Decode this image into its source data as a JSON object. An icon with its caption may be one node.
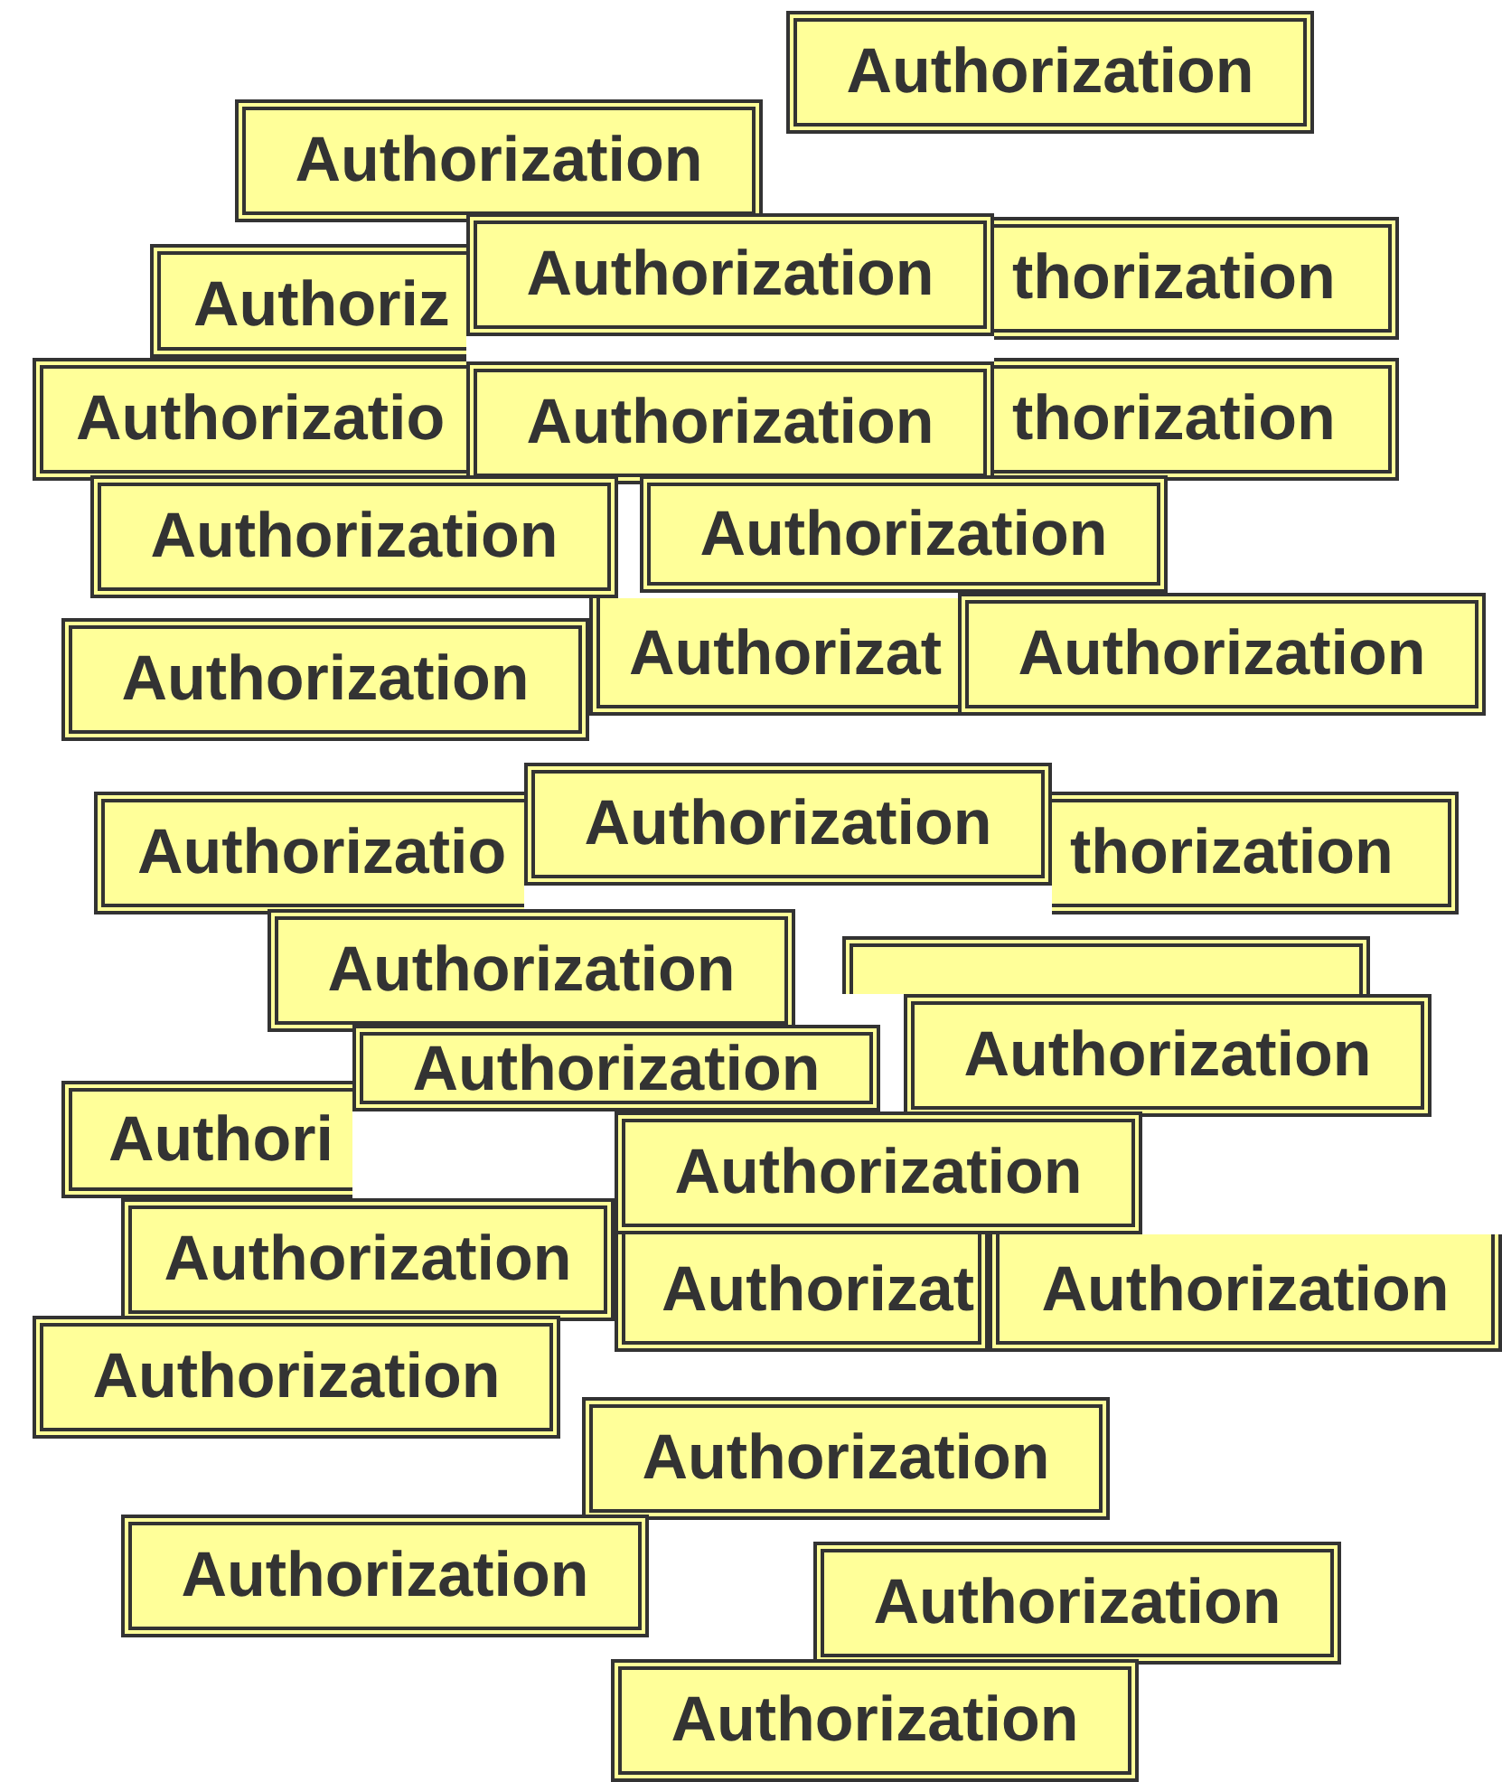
{
  "diagram": {
    "nodes": [
      {
        "text": [
          "Authorization"
        ]
      },
      {
        "text": [
          "Authorization"
        ]
      },
      {
        "text": [
          "Authoriz"
        ]
      },
      {
        "text": [
          "thorization"
        ]
      },
      {
        "text": [
          "Authorization"
        ]
      },
      {
        "text": [
          "Authorizatio"
        ]
      },
      {
        "text": [
          "thorization"
        ]
      },
      {
        "text": [
          "Authorization"
        ]
      },
      {
        "text": [
          "Authorization"
        ]
      },
      {
        "text": [
          "Authorization"
        ]
      },
      {
        "text": [
          "Authorizat"
        ]
      },
      {
        "text": [
          "Authorization"
        ]
      },
      {
        "text": [
          "Authorization"
        ]
      },
      {
        "text": [
          "Authorizatio"
        ]
      },
      {
        "text": [
          "thorization"
        ]
      },
      {
        "text": [
          "Authorization"
        ]
      },
      {
        "text": [
          "Authorization"
        ]
      },
      {
        "text": [],
        "shape": "box"
      },
      {
        "text": [
          "Authorization"
        ]
      },
      {
        "text": [
          "Authori"
        ]
      },
      {
        "text": [
          "Authorization"
        ]
      },
      {
        "text": [
          "Authorization"
        ]
      },
      {
        "text": [
          "Authorizat"
        ]
      },
      {
        "text": [
          "Authorization"
        ]
      },
      {
        "text": [
          "Authorization"
        ]
      },
      {
        "text": [
          "Authorization"
        ]
      },
      {
        "text": [
          "Authorization"
        ]
      },
      {
        "text": [
          "Authorization"
        ]
      },
      {
        "text": [
          "Authorization"
        ]
      },
      {
        "text": [
          "Authorization"
        ]
      }
    ]
  }
}
